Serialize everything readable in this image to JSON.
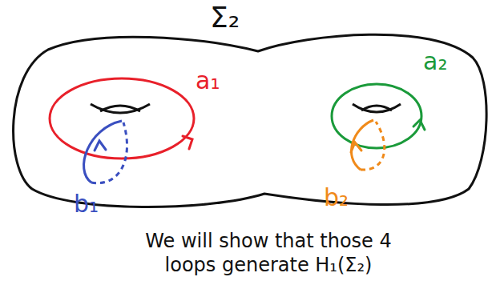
{
  "diagram": {
    "caption": "We will show that those 4 loops generate H₁(Σ₂)",
    "labels": [
      "Σ₂",
      "a₁",
      "b₁",
      "a₂",
      "b₂"
    ]
  }
}
